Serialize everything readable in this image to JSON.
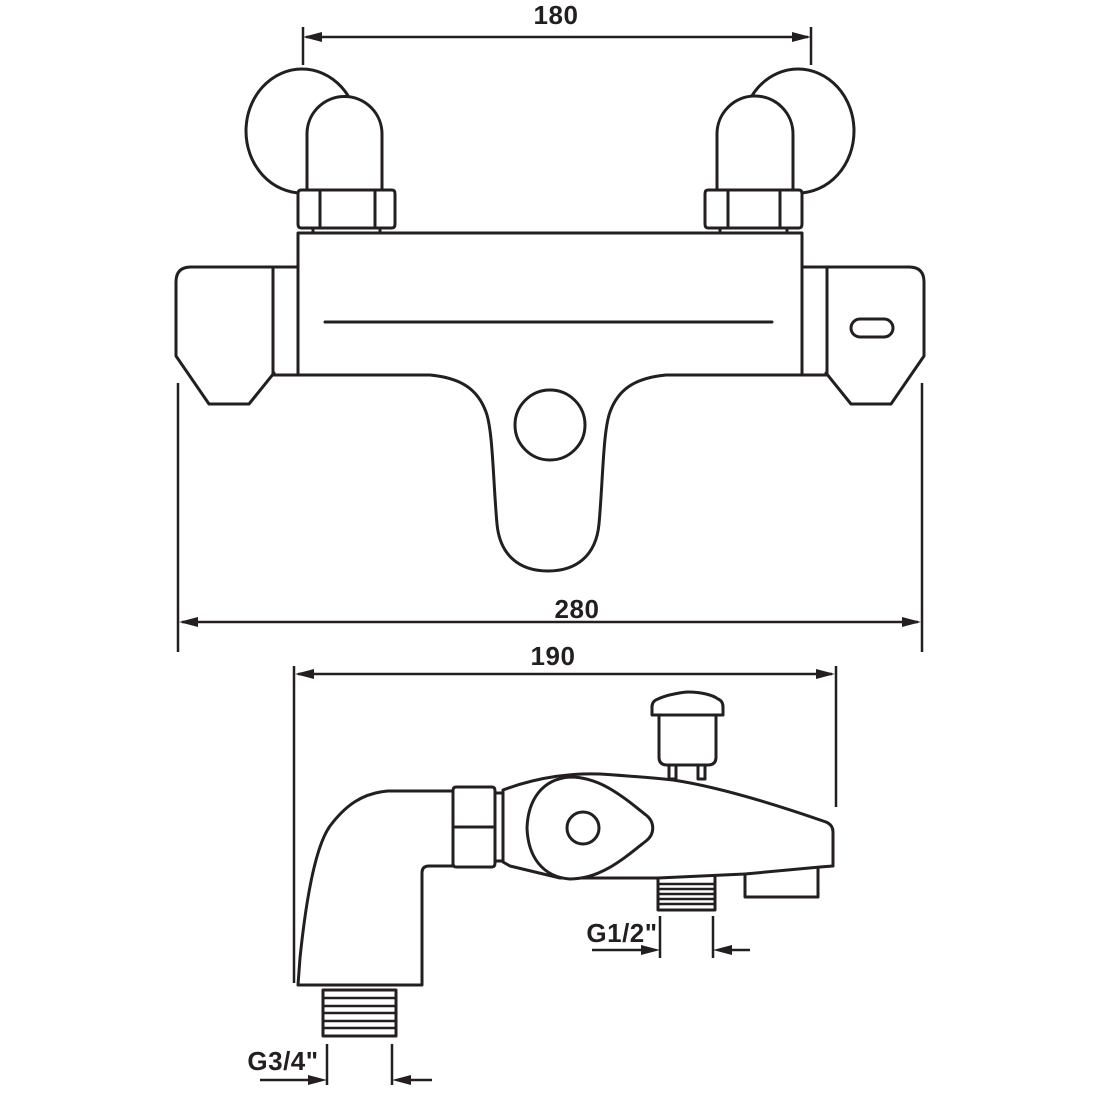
{
  "page": {
    "background": "#ffffff"
  },
  "drawing": {
    "type": "technical-dimension-drawing",
    "subject": "wall-mounted bath shower mixer tap, two orthographic views",
    "line_color": "#231f20",
    "front_view": {
      "name": "front-elevation",
      "dim_union_spacing": "180",
      "dim_overall_width": "280"
    },
    "side_view": {
      "name": "side-elevation",
      "dim_overall_depth": "190",
      "thread_hose_outlet": "G1/2\"",
      "thread_bath_connector": "G3/4\""
    }
  }
}
